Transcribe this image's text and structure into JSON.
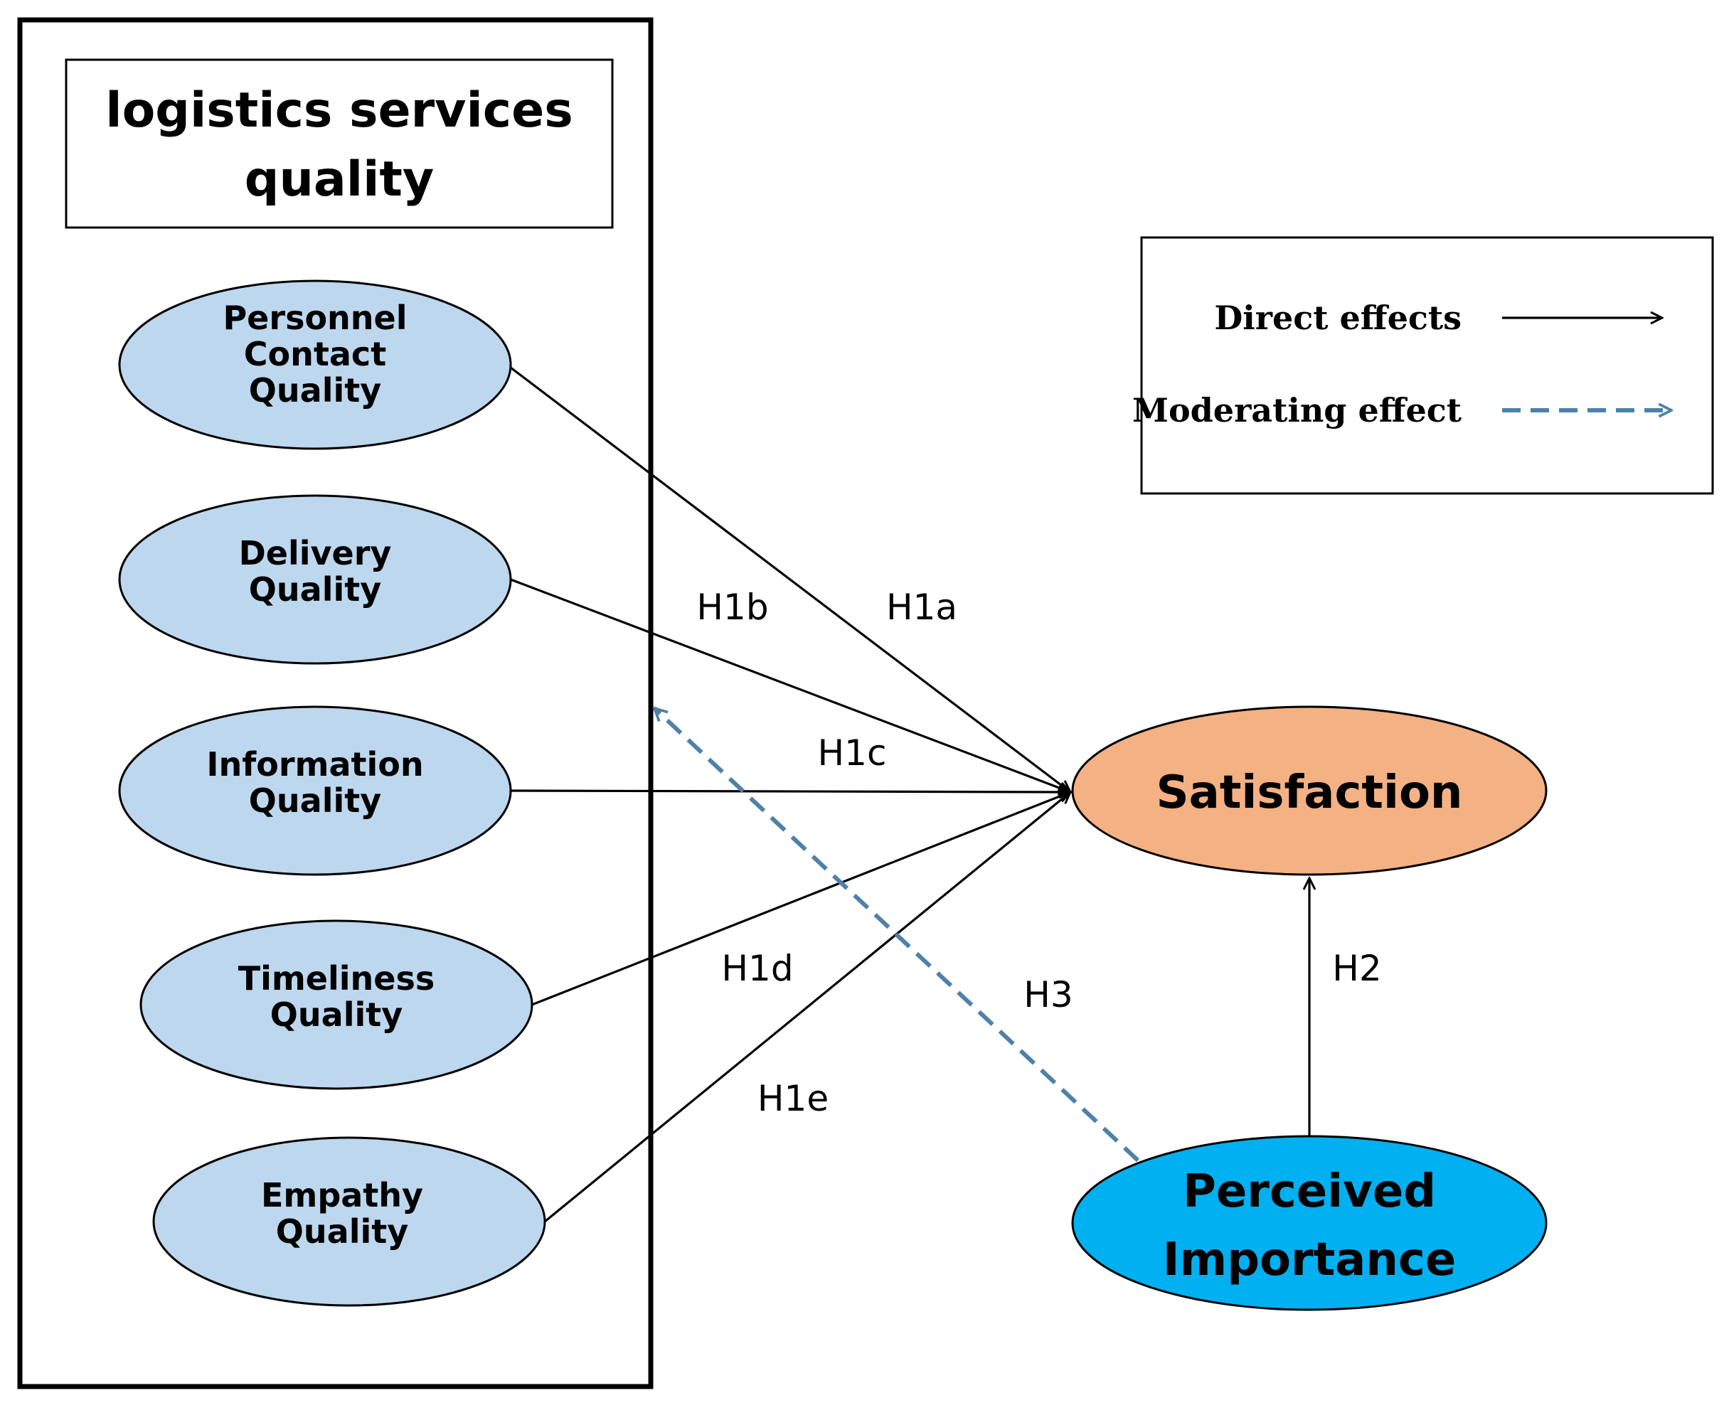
{
  "group_box": {
    "title_line1": "logistics services",
    "title_line2": "quality"
  },
  "constructs": {
    "personnel": {
      "line1": "Personnel",
      "line2": "Contact",
      "line3": "Quality",
      "fill": "#BDD7EE"
    },
    "delivery": {
      "line1": "Delivery",
      "line2": "Quality",
      "fill": "#BDD7EE"
    },
    "information": {
      "line1": "Information",
      "line2": "Quality",
      "fill": "#BDD7EE"
    },
    "timeliness": {
      "line1": "Timeliness",
      "line2": "Quality",
      "fill": "#BDD7EE"
    },
    "empathy": {
      "line1": "Empathy",
      "line2": "Quality",
      "fill": "#BDD7EE"
    },
    "satisfaction": {
      "label": "Satisfaction",
      "fill": "#F4B183"
    },
    "perceived_importance": {
      "line1": "Perceived",
      "line2": "Importance",
      "fill": "#00B0F0"
    }
  },
  "hypotheses": {
    "h1a": "H1a",
    "h1b": "H1b",
    "h1c": "H1c",
    "h1d": "H1d",
    "h1e": "H1e",
    "h2": "H2",
    "h3": "H3"
  },
  "legend": {
    "direct": "Direct effects",
    "moderating": "Moderating effect",
    "direct_color": "#000000",
    "moderating_color": "#4F81A8"
  }
}
